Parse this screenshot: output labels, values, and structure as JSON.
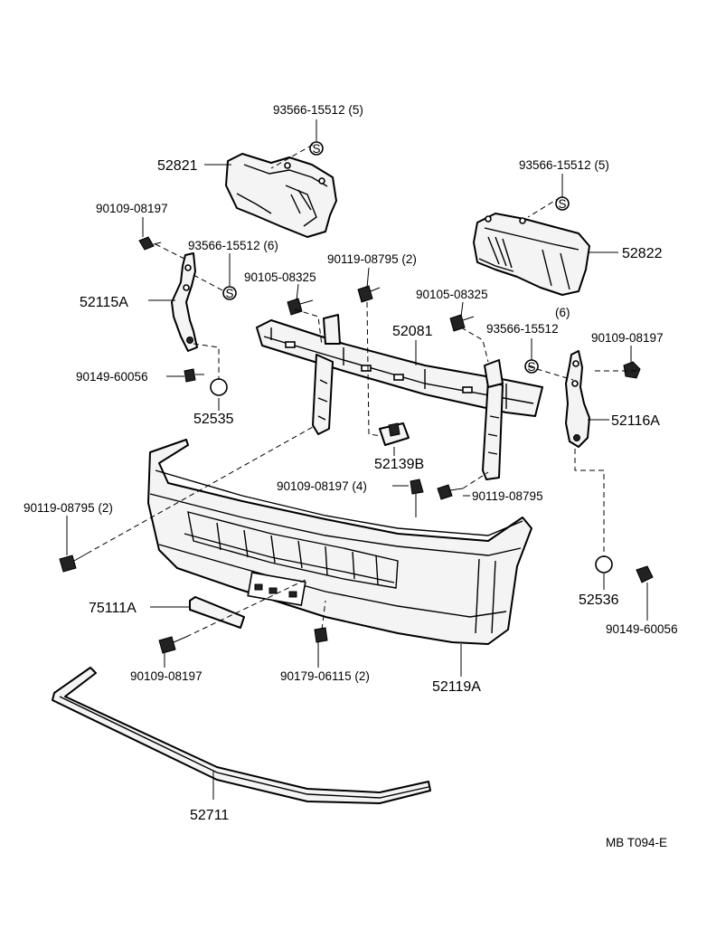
{
  "labels": {
    "p93566_top": "93566-15512 (5)",
    "p52821": "52821",
    "p93566_right": "93566-15512 (5)",
    "p52822": "52822",
    "p90109_a": "90109-08197",
    "p93566_6": "93566-15512 (6)",
    "p90119_2a": "90119-08795 (2)",
    "p90105_a": "90105-08325",
    "p52115A": "52115A",
    "p90105_b": "90105-08325",
    "p52081": "52081",
    "p93566_mid": "93566-15512",
    "p6": "(6)",
    "p90109_b": "90109-08197",
    "p90149_a": "90149-60056",
    "p52535": "52535",
    "p52116A": "52116A",
    "p52139B": "52139B",
    "p90109_4": "90109-08197 (4)",
    "p90119_c": "90119-08795",
    "p90119_2b": "90119-08795 (2)",
    "p52536": "52536",
    "p75111A": "75111A",
    "p90149_b": "90149-60056",
    "p90109_c": "90109-08197",
    "p90179": "90179-06115 (2)",
    "p52119A": "52119A",
    "p52711": "52711",
    "ref": "MB T094-E"
  },
  "symbols": {
    "s_mark": "S"
  }
}
